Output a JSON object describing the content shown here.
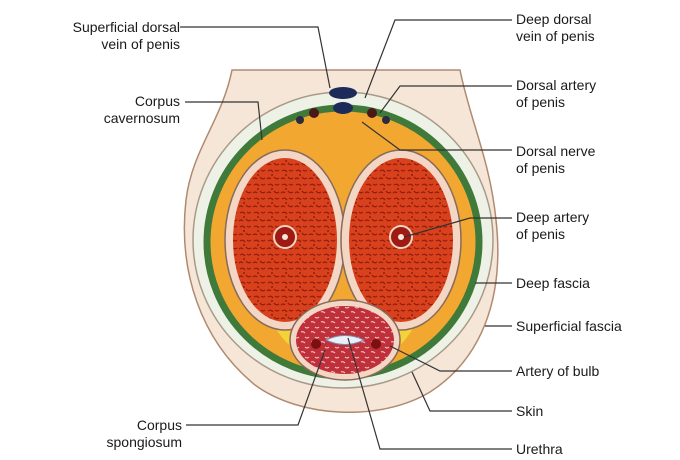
{
  "labels": {
    "superficial_dorsal_vein": {
      "line1": "Superficial dorsal",
      "line2": "vein of penis"
    },
    "corpus_cavernosum": {
      "line1": "Corpus",
      "line2": "cavernosum"
    },
    "corpus_spongiosum": {
      "line1": "Corpus",
      "line2": "spongiosum"
    },
    "deep_dorsal_vein": {
      "line1": "Deep dorsal",
      "line2": "vein of penis"
    },
    "dorsal_artery": {
      "line1": "Dorsal artery",
      "line2": "of penis"
    },
    "dorsal_nerve": {
      "line1": "Dorsal nerve",
      "line2": "of penis"
    },
    "deep_artery": {
      "line1": "Deep artery",
      "line2": "of penis"
    },
    "deep_fascia": {
      "line1": "Deep fascia"
    },
    "superficial_fascia": {
      "line1": "Superficial fascia"
    },
    "artery_of_bulb": {
      "line1": "Artery of bulb"
    },
    "skin": {
      "line1": "Skin"
    },
    "urethra": {
      "line1": "Urethra"
    }
  },
  "colors": {
    "skin": "#f6e6d8",
    "skin_outline": "#b08a70",
    "superficial_fascia": "#eef1e6",
    "deep_fascia": "#3f7a3a",
    "fat": "#f2a830",
    "cavernosum_fill": "#d9401c",
    "cavernosum_tunica": "#f3d6c4",
    "spongiosum_fill": "#b8242c",
    "vessel": "#1c2b5a",
    "leader": "#333333"
  }
}
